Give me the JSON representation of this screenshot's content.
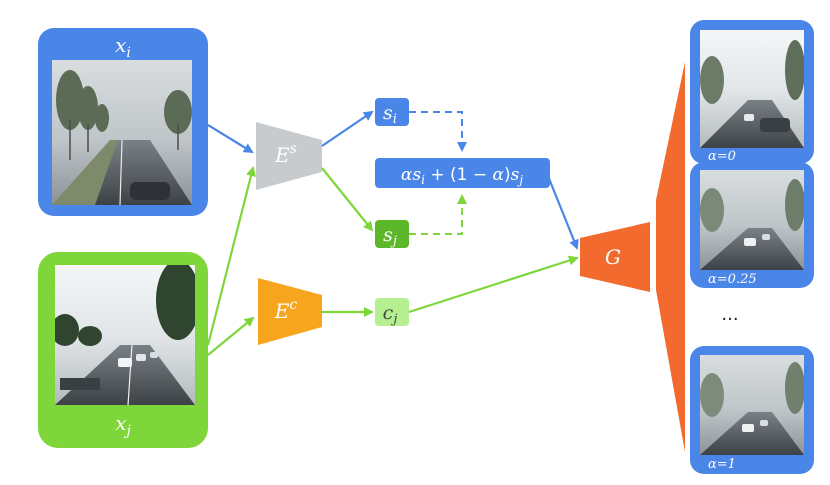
{
  "colors": {
    "blue": "#4a86e8",
    "blue_dark": "#3a6fcc",
    "green": "#7ed63b",
    "green_dark": "#5cb82a",
    "green_light": "#b6ef90",
    "gray": "#c8cbce",
    "orange": "#f7a51d",
    "red_orange": "#f26a2e",
    "white": "#ffffff"
  },
  "inputs": {
    "xi": {
      "var": "x",
      "sub": "i"
    },
    "xj": {
      "var": "x",
      "sub": "j"
    }
  },
  "encoders": {
    "style": {
      "var": "E",
      "sup": "s"
    },
    "content": {
      "var": "E",
      "sup": "c"
    }
  },
  "codes": {
    "si": {
      "var": "s",
      "sub": "i"
    },
    "sj": {
      "var": "s",
      "sub": "j"
    },
    "cj": {
      "var": "c",
      "sub": "j"
    },
    "mix": {
      "alpha": "α",
      "s": "s",
      "sub_i": "i",
      "plus": " + (1 − ",
      "close": ")",
      "sub_j": "j"
    }
  },
  "generator": {
    "label": "G"
  },
  "outputs": [
    {
      "alpha_label": "α=0"
    },
    {
      "alpha_label": "α=0.25"
    },
    {
      "alpha_label": "α=1"
    }
  ],
  "ellipsis": "..."
}
